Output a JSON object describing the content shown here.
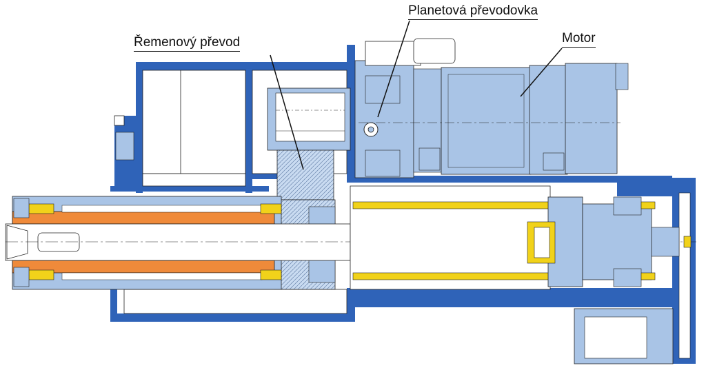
{
  "labels": {
    "belt_drive": "Řemenový převod",
    "planetary_gearbox": "Planetová převodovka",
    "motor": "Motor"
  },
  "colors": {
    "frame_blue": "#2f63b8",
    "light_blue": "#a9c4e6",
    "pale_blue": "#c9dbf1",
    "orange": "#ef8a3a",
    "yellow": "#f1d21a",
    "outline": "#222222"
  }
}
